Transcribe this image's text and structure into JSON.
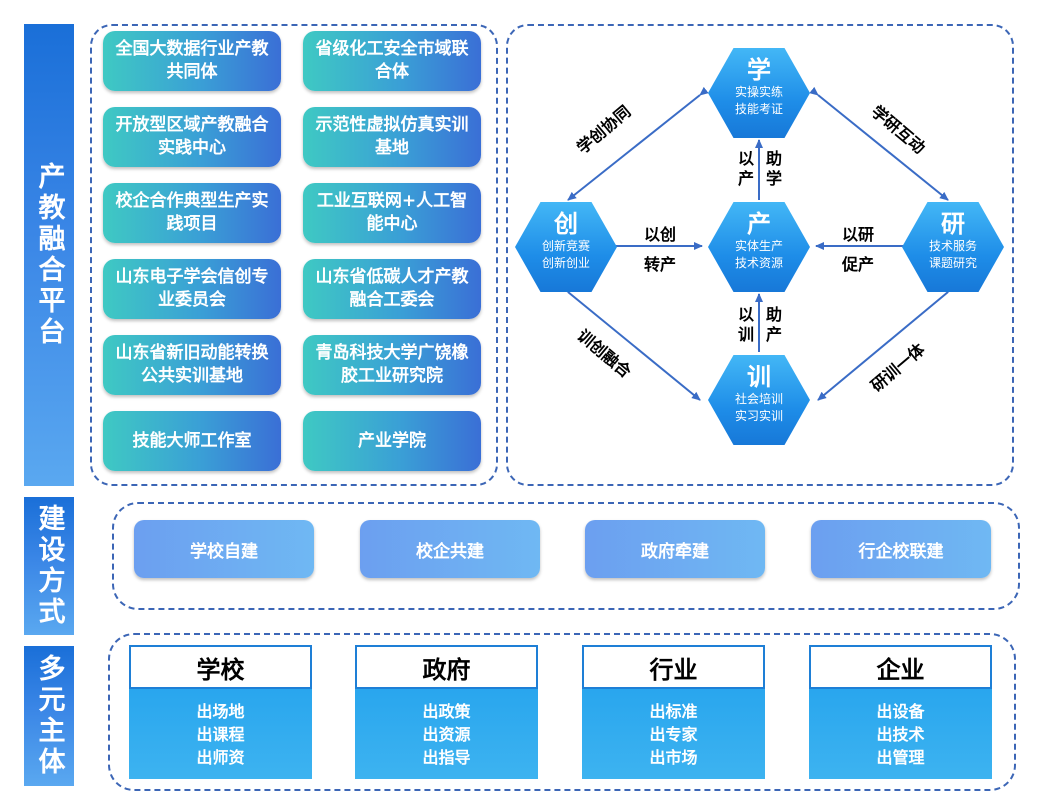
{
  "side_labels": {
    "platform": "产教融合平台",
    "build": "建设方式",
    "subjects": "多元主体"
  },
  "platforms": [
    "全国大数据行业产教共同体",
    "省级化工安全市域联合体",
    "开放型区域产教融合实践中心",
    "示范性虚拟仿真实训基地",
    "校企合作典型生产实践项目",
    "工业互联网+人工智能中心",
    "山东电子学会信创专业委员会",
    "山东省低碳人才产教融合工委会",
    "山东省新旧动能转换公共实训基地",
    "青岛科技大学广饶橡胶工业研究院",
    "技能大师工作室",
    "产业学院"
  ],
  "diagram": {
    "nodes": {
      "xue": {
        "title": "学",
        "lines": [
          "实操实练",
          "技能考证"
        ]
      },
      "chuang": {
        "title": "创",
        "lines": [
          "创新竞赛",
          "创新创业"
        ]
      },
      "chan": {
        "title": "产",
        "lines": [
          "实体生产",
          "技术资源"
        ]
      },
      "yan": {
        "title": "研",
        "lines": [
          "技术服务",
          "课题研究"
        ]
      },
      "xun": {
        "title": "训",
        "lines": [
          "社会培训",
          "实习实训"
        ]
      }
    },
    "edge_labels": {
      "xue_chuang": "学创协同",
      "xue_yan": "学研互动",
      "chuang_xun": "训创融合",
      "yan_xun": "研训一体",
      "xue_chan_left": "以产",
      "xue_chan_right": "助学",
      "chuang_chan": "以创转产",
      "yan_chan": "以研促产",
      "xun_chan_left": "以训",
      "xun_chan_right": "助产"
    }
  },
  "build_methods": [
    "学校自建",
    "校企共建",
    "政府牵建",
    "行企校联建"
  ],
  "subjects": [
    {
      "name": "学校",
      "items": [
        "出场地",
        "出课程",
        "出师资"
      ]
    },
    {
      "name": "政府",
      "items": [
        "出政策",
        "出资源",
        "出指导"
      ]
    },
    {
      "name": "行业",
      "items": [
        "出标准",
        "出专家",
        "出市场"
      ]
    },
    {
      "name": "企业",
      "items": [
        "出设备",
        "出技术",
        "出管理"
      ]
    }
  ]
}
